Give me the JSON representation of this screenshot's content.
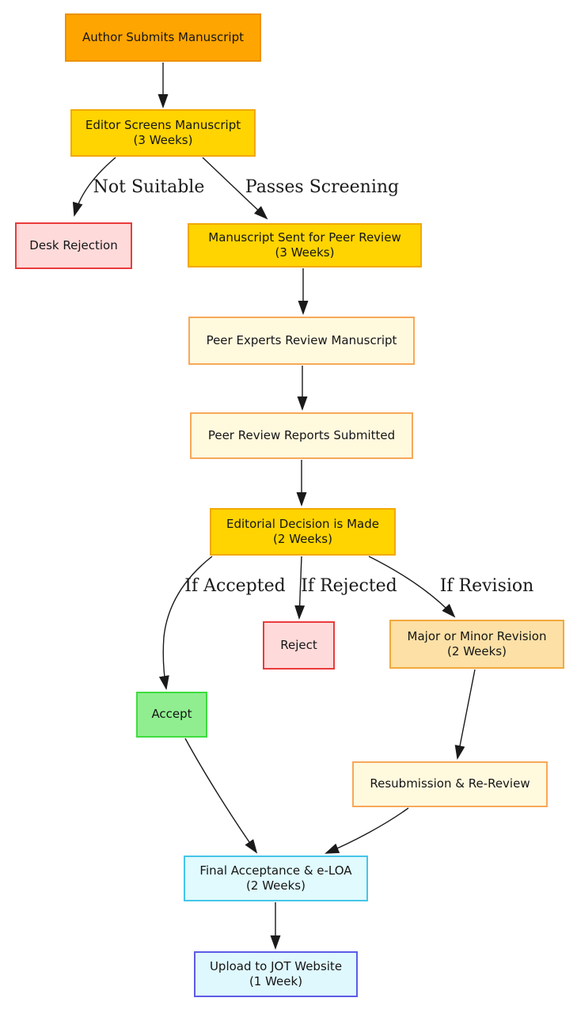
{
  "nodes": [
    {
      "id": "author-submits",
      "label": "Author Submits Manuscript",
      "sublabel": ""
    },
    {
      "id": "editor-screens",
      "label": "Editor Screens Manuscript",
      "sublabel": "(3 Weeks)"
    },
    {
      "id": "desk-rejection",
      "label": "Desk Rejection",
      "sublabel": ""
    },
    {
      "id": "sent-peer-review",
      "label": "Manuscript Sent for Peer Review",
      "sublabel": "(3 Weeks)"
    },
    {
      "id": "peer-experts-review",
      "label": "Peer Experts Review Manuscript",
      "sublabel": ""
    },
    {
      "id": "peer-reports-submitted",
      "label": "Peer Review Reports Submitted",
      "sublabel": ""
    },
    {
      "id": "editorial-decision",
      "label": "Editorial Decision is Made",
      "sublabel": "(2 Weeks)"
    },
    {
      "id": "reject",
      "label": "Reject",
      "sublabel": ""
    },
    {
      "id": "major-minor-revision",
      "label": "Major or Minor Revision",
      "sublabel": "(2 Weeks)"
    },
    {
      "id": "accept",
      "label": "Accept",
      "sublabel": ""
    },
    {
      "id": "resubmission-rereview",
      "label": "Resubmission & Re-Review",
      "sublabel": ""
    },
    {
      "id": "final-acceptance",
      "label": "Final Acceptance & e-LOA",
      "sublabel": "(2 Weeks)"
    },
    {
      "id": "upload-jot",
      "label": "Upload to JOT Website",
      "sublabel": "(1 Week)"
    }
  ],
  "edges": [
    {
      "from": "author-submits",
      "to": "editor-screens",
      "label": ""
    },
    {
      "from": "editor-screens",
      "to": "desk-rejection",
      "label": "Not Suitable"
    },
    {
      "from": "editor-screens",
      "to": "sent-peer-review",
      "label": "Passes Screening"
    },
    {
      "from": "sent-peer-review",
      "to": "peer-experts-review",
      "label": ""
    },
    {
      "from": "peer-experts-review",
      "to": "peer-reports-submitted",
      "label": ""
    },
    {
      "from": "peer-reports-submitted",
      "to": "editorial-decision",
      "label": ""
    },
    {
      "from": "editorial-decision",
      "to": "accept",
      "label": "If Accepted"
    },
    {
      "from": "editorial-decision",
      "to": "reject",
      "label": "If Rejected"
    },
    {
      "from": "editorial-decision",
      "to": "major-minor-revision",
      "label": "If Revision"
    },
    {
      "from": "major-minor-revision",
      "to": "resubmission-rereview",
      "label": ""
    },
    {
      "from": "accept",
      "to": "final-acceptance",
      "label": ""
    },
    {
      "from": "resubmission-rereview",
      "to": "final-acceptance",
      "label": ""
    },
    {
      "from": "final-acceptance",
      "to": "upload-jot",
      "label": ""
    }
  ],
  "palette": {
    "orange_fill": "#FFA502",
    "orange_border": "#ED9100",
    "gold_fill": "#FFD400",
    "gold_border": "#F2A800",
    "pink_fill": "#FFDADA",
    "pink_border": "#EA3B3B",
    "cream_fill": "#FFF9DE",
    "cream_border": "#F7A859",
    "peach_fill": "#FCE0A6",
    "peach_border": "#F2A93C",
    "green_fill": "#90EE90",
    "green_border": "#3FDD3F",
    "cyan_fill": "#E0FAFD",
    "cyan_border": "#45C6E8",
    "blue_border": "#5C5CE6",
    "edge_color": "#1a1a1a",
    "background": "#ffffff"
  }
}
